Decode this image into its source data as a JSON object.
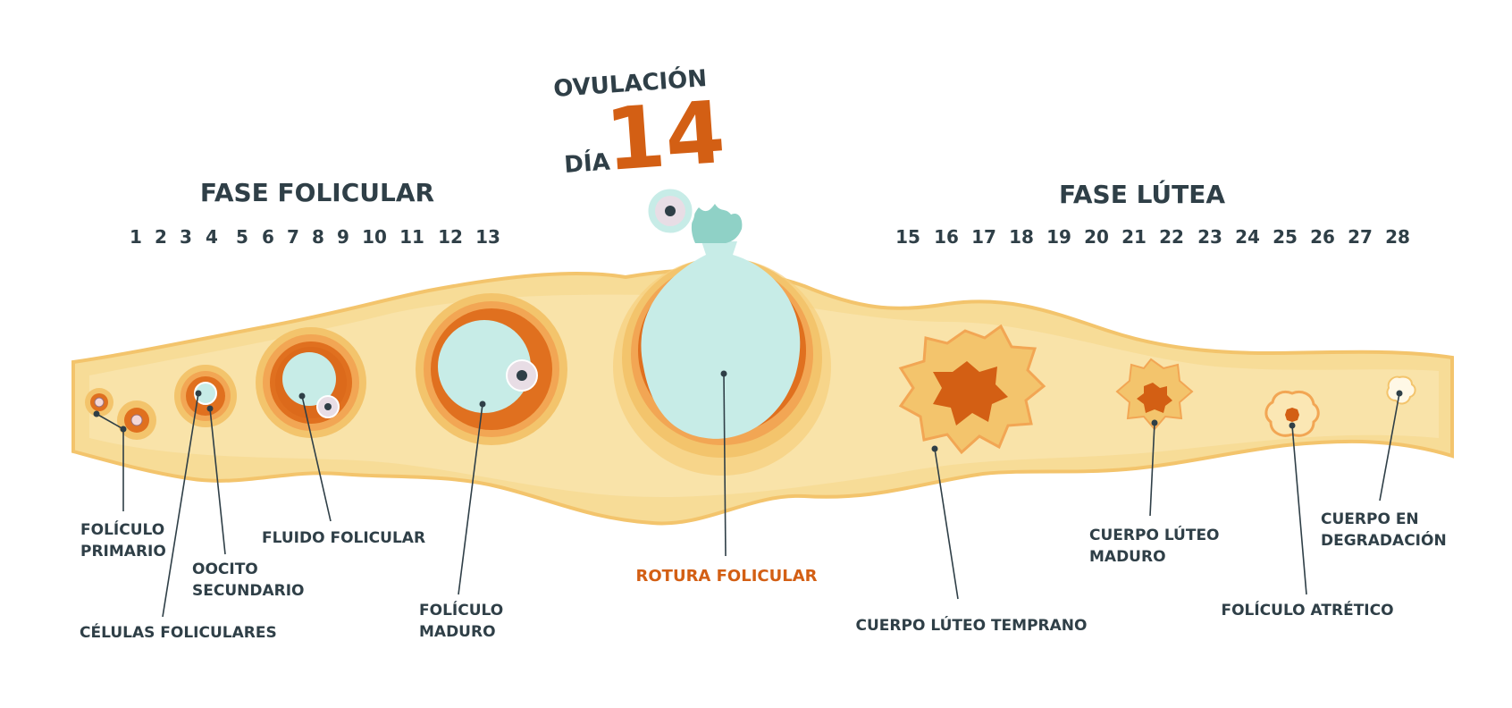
{
  "title": {
    "ovulation": "OVULACIÓN",
    "day_word": "DÍA",
    "day_number": "14"
  },
  "phases": {
    "follicular": "FASE FOLICULAR",
    "luteal": "FASE LÚTEA"
  },
  "days": {
    "follicular": [
      "1",
      "2",
      "3",
      "4",
      "5",
      "6",
      "7",
      "8",
      "9",
      "10",
      "11",
      "12",
      "13"
    ],
    "luteal": [
      "15",
      "16",
      "17",
      "18",
      "19",
      "20",
      "21",
      "22",
      "23",
      "24",
      "25",
      "26",
      "27",
      "28"
    ]
  },
  "labels": {
    "primary_follicle": [
      "FOLÍCULO",
      "PRIMARIO"
    ],
    "follicular_cells": [
      "CÉLULAS FOLICULARES"
    ],
    "secondary_oocyte": [
      "OOCITO",
      "SECUNDARIO"
    ],
    "follicular_fluid": [
      "FLUIDO FOLICULAR"
    ],
    "mature_follicle": [
      "FOLÍCULO",
      "MADURO"
    ],
    "follicular_rupture": [
      "ROTURA FOLICULAR"
    ],
    "early_corpus_luteum": [
      "CUERPO LÚTEO TEMPRANO"
    ],
    "mature_corpus_luteum": [
      "CUERPO LÚTEO",
      "MADURO"
    ],
    "atretic_follicle": [
      "FOLÍCULO ATRÉTICO"
    ],
    "degrading_body": [
      "CUERPO EN",
      "DEGRADACIÓN"
    ]
  },
  "colors": {
    "accent": "#d35f14",
    "text": "#2f3f47",
    "ovary_band": "#f7dc97",
    "ovary_edge": "#f3c46c",
    "follicle_ring": "#e0701f",
    "fluid": "#c7ece7"
  }
}
